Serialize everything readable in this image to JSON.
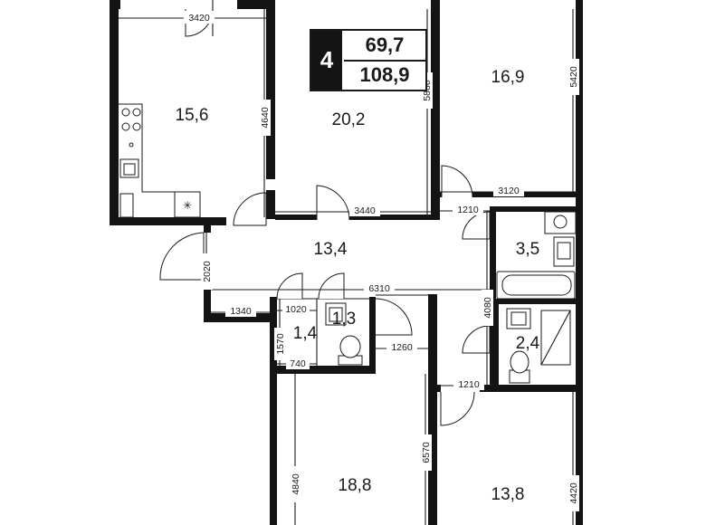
{
  "plan": {
    "room_count": "4",
    "living_area": "69,7",
    "total_area": "108,9"
  },
  "rooms": {
    "kitchen": "15,6",
    "room_center": "20,2",
    "room_top_right": "16,9",
    "hall": "13,4",
    "bath_top": "3,5",
    "closet": "1,4",
    "wc": "1,3",
    "bath_bottom": "2,4",
    "room_bottom_left": "18,8",
    "room_bottom_right": "13,8"
  },
  "dims": {
    "d3420": "3420",
    "d4640": "4640",
    "d5880": "5880",
    "d5420": "5420",
    "d3440": "3440",
    "d3120": "3120",
    "d1210a": "1210",
    "d2020": "2020",
    "d6310": "6310",
    "d1340": "1340",
    "d1020": "1020",
    "d1570": "1570",
    "d740": "740",
    "d1260": "1260",
    "d4080": "4080",
    "d1210b": "1210",
    "d4840": "4840",
    "d6570": "6570",
    "d4420": "4420"
  }
}
